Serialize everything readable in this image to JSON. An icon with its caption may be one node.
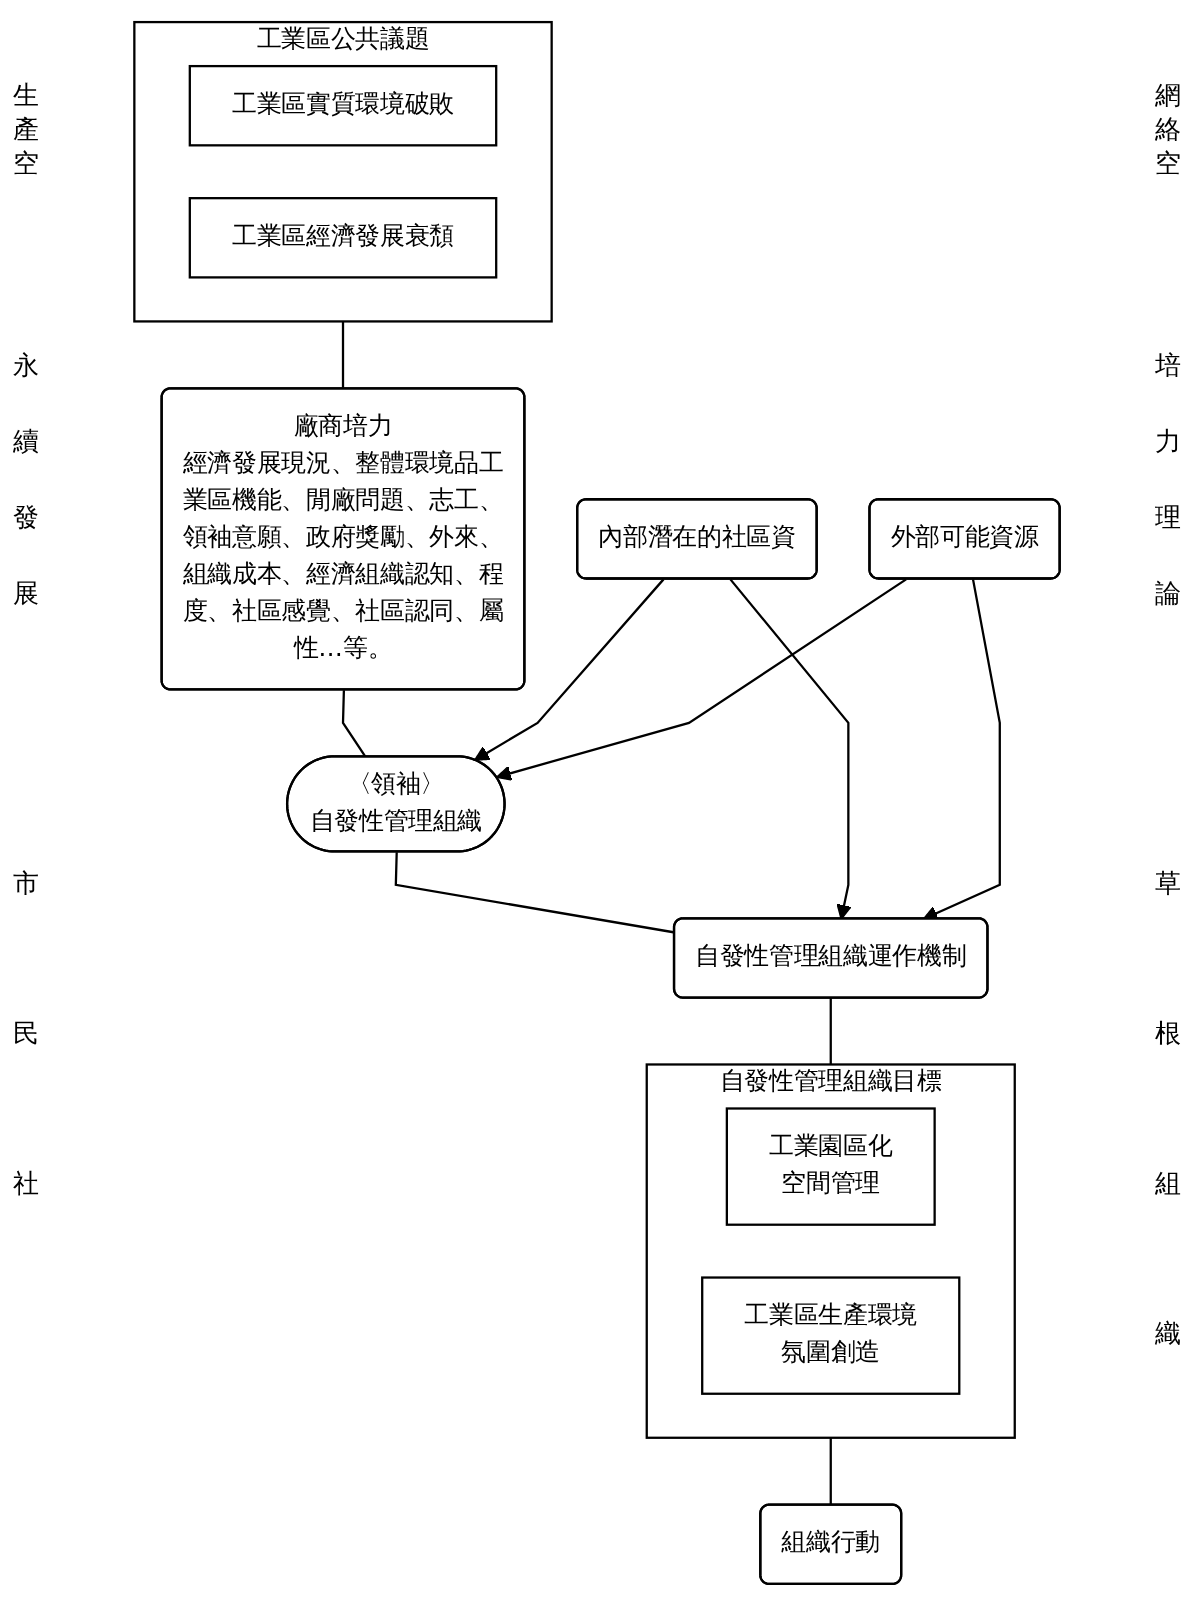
{
  "diagram": {
    "nodes": [
      {
        "text": [
          "工業區公共議題"
        ]
      },
      {
        "text": [
          "工業區實質環境破敗"
        ],
        "in": 0
      },
      {
        "text": [
          "工業區經濟發展衰頹"
        ],
        "in": 0
      },
      {
        "text": [
          "廠商培力",
          "經濟發展現況、整體環境品工業區機能、閒廠問題、志工、領袖意願、政府獎勵、外來、組織成本、經濟組織認知、程度、社區感覺、社區認同、屬性…等。"
        ]
      },
      {
        "text": [
          "〈領袖〉",
          "自發性管理組織"
        ]
      },
      {
        "text": [
          "內部潛在的社區資"
        ]
      },
      {
        "text": [
          "外部可能資源"
        ]
      },
      {
        "text": [
          "自發性管理組織運作機制"
        ]
      },
      {
        "text": [
          "自發性管理組織目標"
        ]
      },
      {
        "text": [
          "工業園區化空間管理"
        ],
        "in": 8
      },
      {
        "text": [
          "工業區生產環境氛圍創造"
        ],
        "in": 8
      },
      {
        "text": [
          "組織行動"
        ]
      }
    ],
    "edges": [
      {
        "from": 0,
        "to": 3,
        "arrow": "none"
      },
      {
        "from": 3,
        "to": 4,
        "arrow": "none"
      },
      {
        "from": 5,
        "to": 4,
        "arrow": "to"
      },
      {
        "from": 6,
        "to": 4,
        "arrow": "to"
      },
      {
        "from": 4,
        "to": 7,
        "arrow": "none"
      },
      {
        "from": 5,
        "to": 7,
        "arrow": "to"
      },
      {
        "from": 6,
        "to": 7,
        "arrow": "to"
      },
      {
        "from": 7,
        "to": 8,
        "arrow": "none"
      },
      {
        "from": 8,
        "to": 11,
        "arrow": "none"
      }
    ],
    "labels": [
      "生產空",
      "網絡空",
      "永續發展",
      "培力理論",
      "市民社",
      "草根組織"
    ]
  }
}
